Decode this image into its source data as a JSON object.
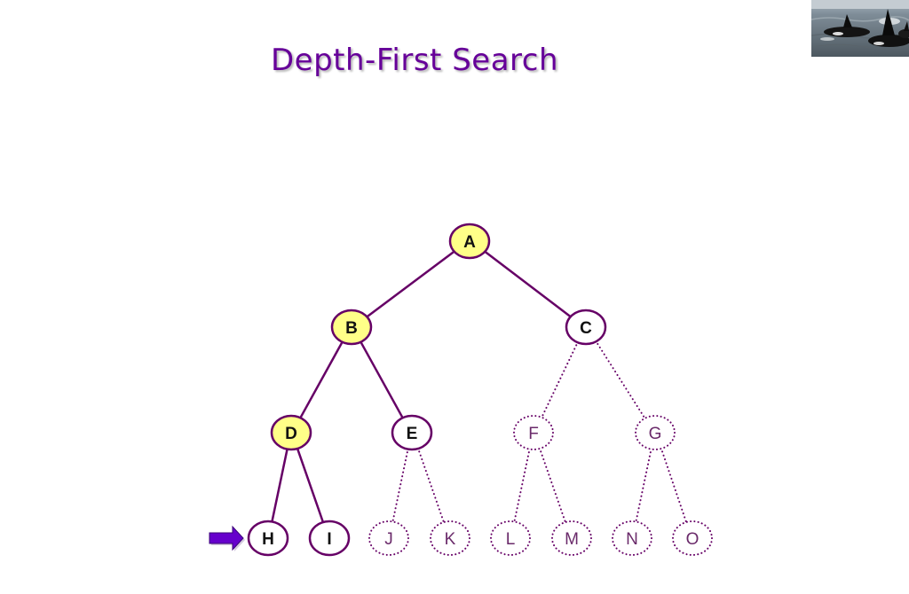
{
  "title": "Depth-First Search",
  "colors": {
    "accent": "#660099",
    "edge": "#660066",
    "visited_fill": "#ffff88",
    "node_fill": "#ffffff",
    "pointer": "#6600cc"
  },
  "tree": {
    "nodes": [
      {
        "id": "A",
        "label": "A",
        "state": "visited"
      },
      {
        "id": "B",
        "label": "B",
        "state": "visited"
      },
      {
        "id": "C",
        "label": "C",
        "state": "discovered"
      },
      {
        "id": "D",
        "label": "D",
        "state": "visited"
      },
      {
        "id": "E",
        "label": "E",
        "state": "discovered"
      },
      {
        "id": "F",
        "label": "F",
        "state": "undiscovered"
      },
      {
        "id": "G",
        "label": "G",
        "state": "undiscovered"
      },
      {
        "id": "H",
        "label": "H",
        "state": "current"
      },
      {
        "id": "I",
        "label": "I",
        "state": "discovered"
      },
      {
        "id": "J",
        "label": "J",
        "state": "undiscovered"
      },
      {
        "id": "K",
        "label": "K",
        "state": "undiscovered"
      },
      {
        "id": "L",
        "label": "L",
        "state": "undiscovered"
      },
      {
        "id": "M",
        "label": "M",
        "state": "undiscovered"
      },
      {
        "id": "N",
        "label": "N",
        "state": "undiscovered"
      },
      {
        "id": "O",
        "label": "O",
        "state": "undiscovered"
      }
    ],
    "edges": [
      {
        "from": "A",
        "to": "B",
        "style": "solid"
      },
      {
        "from": "A",
        "to": "C",
        "style": "solid"
      },
      {
        "from": "B",
        "to": "D",
        "style": "solid"
      },
      {
        "from": "B",
        "to": "E",
        "style": "solid"
      },
      {
        "from": "C",
        "to": "F",
        "style": "dotted"
      },
      {
        "from": "C",
        "to": "G",
        "style": "dotted"
      },
      {
        "from": "D",
        "to": "H",
        "style": "solid"
      },
      {
        "from": "D",
        "to": "I",
        "style": "solid"
      },
      {
        "from": "E",
        "to": "J",
        "style": "dotted"
      },
      {
        "from": "E",
        "to": "K",
        "style": "dotted"
      },
      {
        "from": "F",
        "to": "L",
        "style": "dotted"
      },
      {
        "from": "F",
        "to": "M",
        "style": "dotted"
      },
      {
        "from": "G",
        "to": "N",
        "style": "dotted"
      },
      {
        "from": "G",
        "to": "O",
        "style": "dotted"
      }
    ],
    "pointer_target": "H"
  }
}
